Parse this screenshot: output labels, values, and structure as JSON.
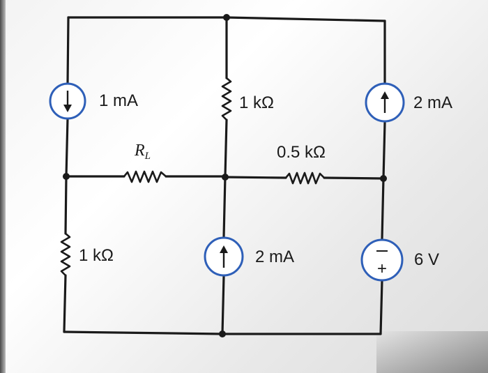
{
  "labels": {
    "src_left_top": "1 mA",
    "res_mid_top": "1 kΩ",
    "src_right_top": "2 mA",
    "rl_main": "R",
    "rl_sub": "L",
    "res_mid_right": "0.5 kΩ",
    "res_left_bottom": "1 kΩ",
    "src_mid_bottom": "2 mA",
    "vsrc_right_bottom": "6 V",
    "vsrc_plus": "+",
    "vsrc_minus": "−"
  },
  "colors": {
    "wire": "#1a1a1a",
    "source_ring": "#2e5fb8"
  },
  "components": [
    {
      "id": "I1",
      "type": "current-source",
      "value": "1 mA",
      "direction": "down"
    },
    {
      "id": "R1",
      "type": "resistor",
      "value": "1 kΩ"
    },
    {
      "id": "I2",
      "type": "current-source",
      "value": "2 mA",
      "direction": "up"
    },
    {
      "id": "RL",
      "type": "resistor",
      "value": "R_L"
    },
    {
      "id": "R2",
      "type": "resistor",
      "value": "0.5 kΩ"
    },
    {
      "id": "R3",
      "type": "resistor",
      "value": "1 kΩ"
    },
    {
      "id": "I3",
      "type": "current-source",
      "value": "2 mA",
      "direction": "up"
    },
    {
      "id": "V1",
      "type": "voltage-source",
      "value": "6 V"
    }
  ]
}
